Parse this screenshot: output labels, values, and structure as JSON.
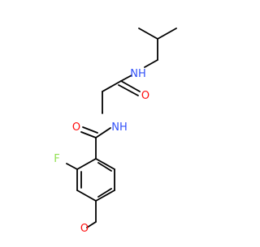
{
  "molecule": {
    "atom_labels": {
      "fluorine": "F",
      "formyl_oxygen": "O",
      "amide1_oxygen": "O",
      "amide1_nitrogen": "NH",
      "amide2_oxygen": "O",
      "amide2_nitrogen": "NH"
    },
    "colors": {
      "bond": "#000000",
      "oxygen": "#ff0d0d",
      "nitrogen": "#3050f8",
      "fluorine": "#90e050",
      "background": "#ffffff"
    }
  }
}
